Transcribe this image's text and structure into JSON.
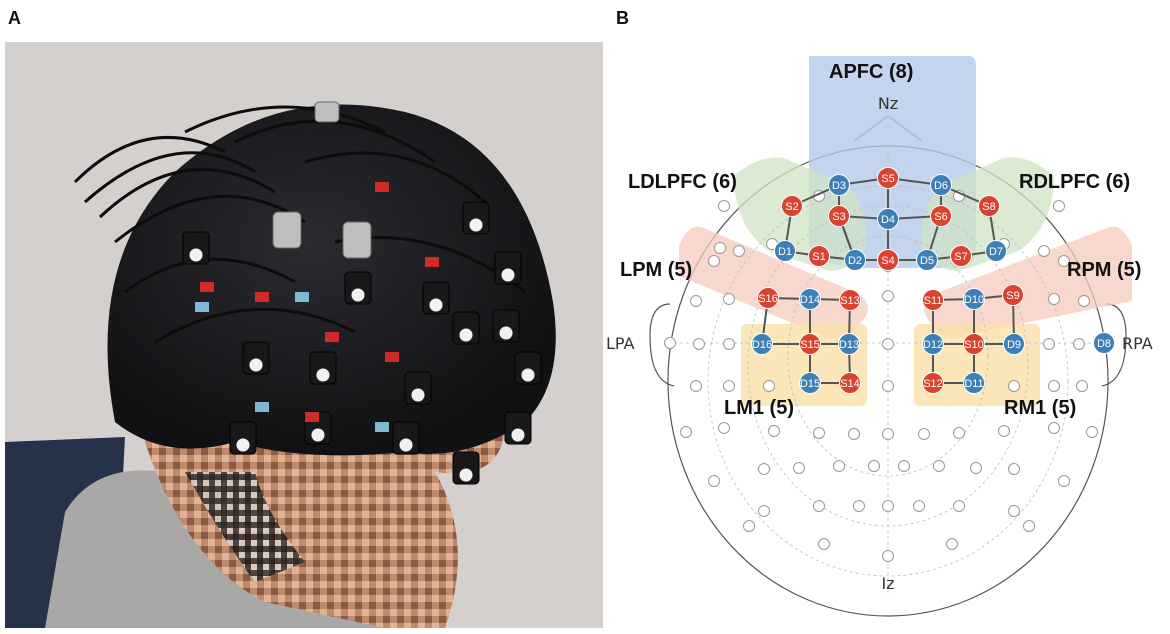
{
  "panels": {
    "a": {
      "letter": "A"
    },
    "b": {
      "letter": "B"
    }
  },
  "landmarks": {
    "nz": "Nz",
    "iz": "Iz",
    "lpa": "LPA",
    "rpa": "RPA"
  },
  "regions": {
    "apfc": "APFC (8)",
    "ldlpfc": "LDLPFC (6)",
    "rdlpfc": "RDLPFC (6)",
    "lpm": "LPM (5)",
    "rpm": "RPM (5)",
    "lm1": "LM1 (5)",
    "rm1": "RM1 (5)"
  },
  "colors": {
    "source": "#d9432f",
    "detector": "#3e7fb6",
    "apfc": "#b7c9ea",
    "dlpfc": "#cfe3c4",
    "pm": "#f6c9bf",
    "m1": "#fae0a8"
  },
  "optodes": [
    {
      "id": "S5",
      "type": "source"
    },
    {
      "id": "D3",
      "type": "detector"
    },
    {
      "id": "D6",
      "type": "detector"
    },
    {
      "id": "S2",
      "type": "source"
    },
    {
      "id": "S3",
      "type": "source"
    },
    {
      "id": "D4",
      "type": "detector"
    },
    {
      "id": "S6",
      "type": "source"
    },
    {
      "id": "S8",
      "type": "source"
    },
    {
      "id": "D1",
      "type": "detector"
    },
    {
      "id": "S1",
      "type": "source"
    },
    {
      "id": "D2",
      "type": "detector"
    },
    {
      "id": "S4",
      "type": "source"
    },
    {
      "id": "D5",
      "type": "detector"
    },
    {
      "id": "S7",
      "type": "source"
    },
    {
      "id": "D7",
      "type": "detector"
    },
    {
      "id": "S16",
      "type": "source"
    },
    {
      "id": "D14",
      "type": "detector"
    },
    {
      "id": "S13",
      "type": "source"
    },
    {
      "id": "S11",
      "type": "source"
    },
    {
      "id": "D10",
      "type": "detector"
    },
    {
      "id": "S9",
      "type": "source"
    },
    {
      "id": "D16",
      "type": "detector"
    },
    {
      "id": "S15",
      "type": "source"
    },
    {
      "id": "D13",
      "type": "detector"
    },
    {
      "id": "D12",
      "type": "detector"
    },
    {
      "id": "S10",
      "type": "source"
    },
    {
      "id": "D9",
      "type": "detector"
    },
    {
      "id": "D8",
      "type": "detector"
    },
    {
      "id": "D15",
      "type": "detector"
    },
    {
      "id": "S14",
      "type": "source"
    },
    {
      "id": "S12",
      "type": "source"
    },
    {
      "id": "D11",
      "type": "detector"
    }
  ]
}
